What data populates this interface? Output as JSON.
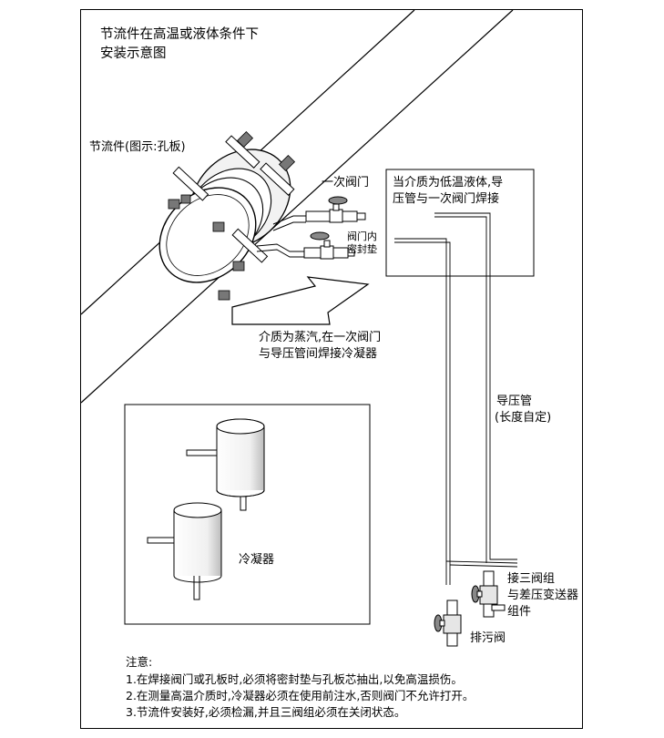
{
  "title_line1": "节流件在高温或液体条件下",
  "title_line2": "安装示意图",
  "labels": {
    "throttle": "节流件(图示:孔板)",
    "primary_valve": "一次阀门",
    "valve_seal_1": "阀门内",
    "valve_seal_2": "密封垫",
    "low_temp_1": "当介质为低温液体,导",
    "low_temp_2": "压管与一次阀门焊接",
    "steam_1": "介质为蒸汽,在一次阀门",
    "steam_2": "与导压管间焊接冷凝器",
    "condenser": "冷凝器",
    "impulse_1": "导压管",
    "impulse_2": "(长度自定)",
    "manifold_1": "接三阀组",
    "manifold_2": "与差压变送器",
    "manifold_3": "组件",
    "drain": "排污阀"
  },
  "notes": {
    "heading": "注意:",
    "items": [
      "1.在焊接阀门或孔板时,必须将密封垫与孔板芯抽出,以免高温损伤。",
      "2.在测量高温介质时,冷凝器必须在使用前注水,否则阀门不允许打开。",
      "3.节流件安装好,必须检漏,并且三阀组必须在关闭状态。"
    ]
  }
}
